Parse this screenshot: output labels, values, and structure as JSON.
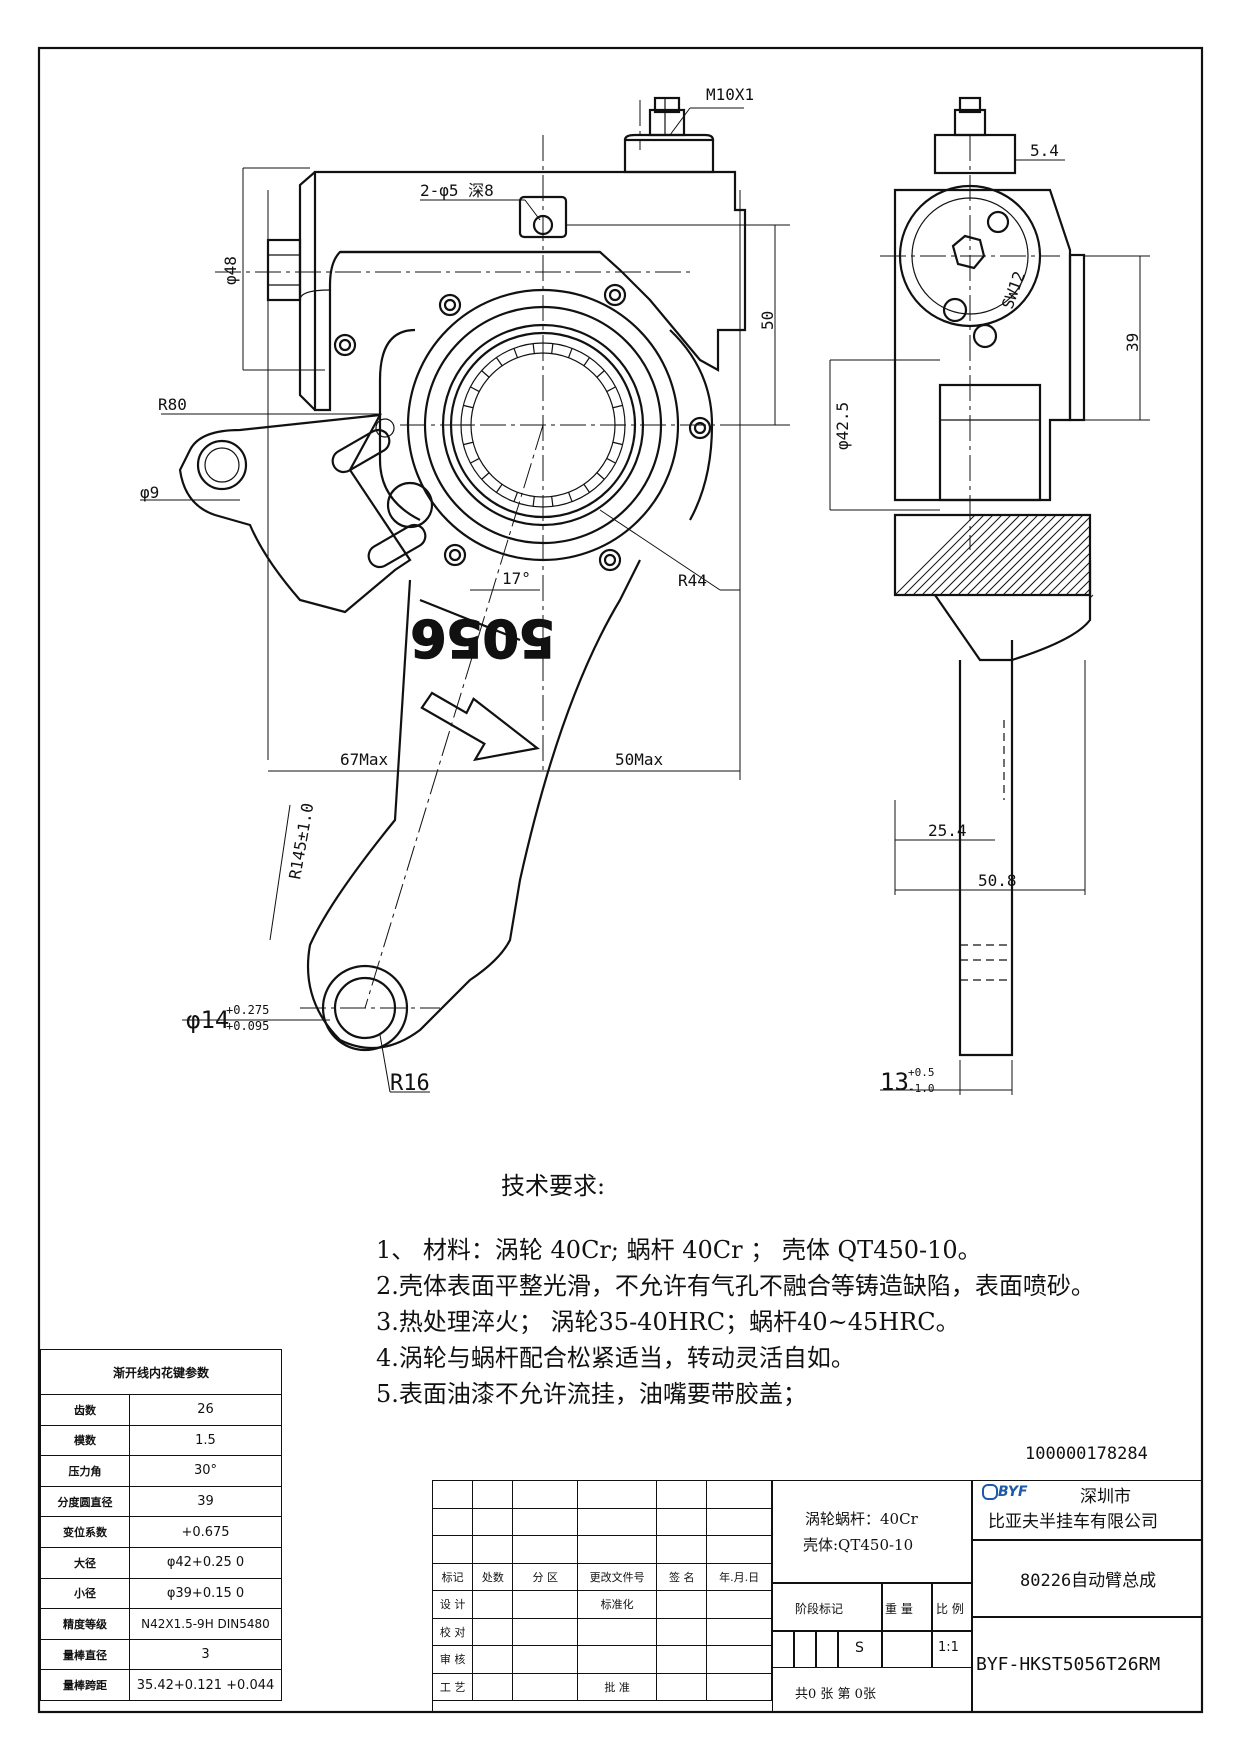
{
  "views": {
    "front": {
      "dims": {
        "thread": "M10X1",
        "holes": "2-φ5 深8",
        "d48": "φ48",
        "h50": "50",
        "r80": "R80",
        "d9": "φ9",
        "r44": "R44",
        "angle": "17°",
        "left_max": "67Max",
        "right_max": "50Max",
        "r145": "R145±1.0",
        "d14": "φ14",
        "d14_tol_upper": "+0.275",
        "d14_tol_lower": "+0.095",
        "r16": "R16",
        "part_mark": "5056"
      }
    },
    "side": {
      "dims": {
        "d54": "5.4",
        "sw12": "SW12",
        "d39": "39",
        "d425": "φ42.5",
        "d254": "25.4",
        "d508": "50.8",
        "d13": "13",
        "d13_tol_upper": "+0.5",
        "d13_tol_lower": "-1.0"
      }
    }
  },
  "notes": {
    "title": "技术要求:",
    "items": [
      "1、 材料：涡轮 40Cr; 蜗杆 40Cr ； 壳体 QT450-10。",
      "2.壳体表面平整光滑，不允许有气孔不融合等铸造缺陷，表面喷砂。",
      "3.热处理淬火； 涡轮35-40HRC；蜗杆40~45HRC。",
      "4.涡轮与蜗杆配合松紧适当，转动灵活自如。",
      "5.表面油漆不允许流挂，油嘴要带胶盖；"
    ]
  },
  "doc_code": "100000178284",
  "spline_table": {
    "header": "渐开线内花键参数",
    "rows": [
      {
        "k": "齿数",
        "v": "26"
      },
      {
        "k": "模数",
        "v": "1.5"
      },
      {
        "k": "压力角",
        "v": "30°"
      },
      {
        "k": "分度圆直径",
        "v": "39"
      },
      {
        "k": "变位系数",
        "v": "+0.675"
      },
      {
        "k": "大径",
        "v": "φ42+0.25 0"
      },
      {
        "k": "小径",
        "v": "φ39+0.15 0"
      },
      {
        "k": "精度等级",
        "v": "N42X1.5-9H DIN5480"
      },
      {
        "k": "量棒直径",
        "v": "3"
      },
      {
        "k": "量棒跨距",
        "v": "35.42+0.121 +0.044"
      }
    ]
  },
  "title_block": {
    "col_labels": [
      "标记",
      "处数",
      "分 区",
      "更改文件号",
      "签 名",
      "年.月.日"
    ],
    "row_labels": [
      "设 计",
      "校 对",
      "审 核",
      "工 艺"
    ],
    "std_label": "标准化",
    "approve_label": "批 准",
    "material_line1": "涡轮蜗杆：40Cr",
    "material_line2": "壳体:QT450-10",
    "company_logo": "BYF",
    "company_line1": "深圳市",
    "company_line2": "比亚夫半挂车有限公司",
    "part_name": "80226自动臂总成",
    "stage_label": "阶段标记",
    "weight_label": "重 量",
    "scale_label": "比 例",
    "stage_value": "S",
    "scale_value": "1:1",
    "sheets_label": "共0  张  第  0张",
    "drawing_no": "BYF-HKST5056T26RM"
  }
}
